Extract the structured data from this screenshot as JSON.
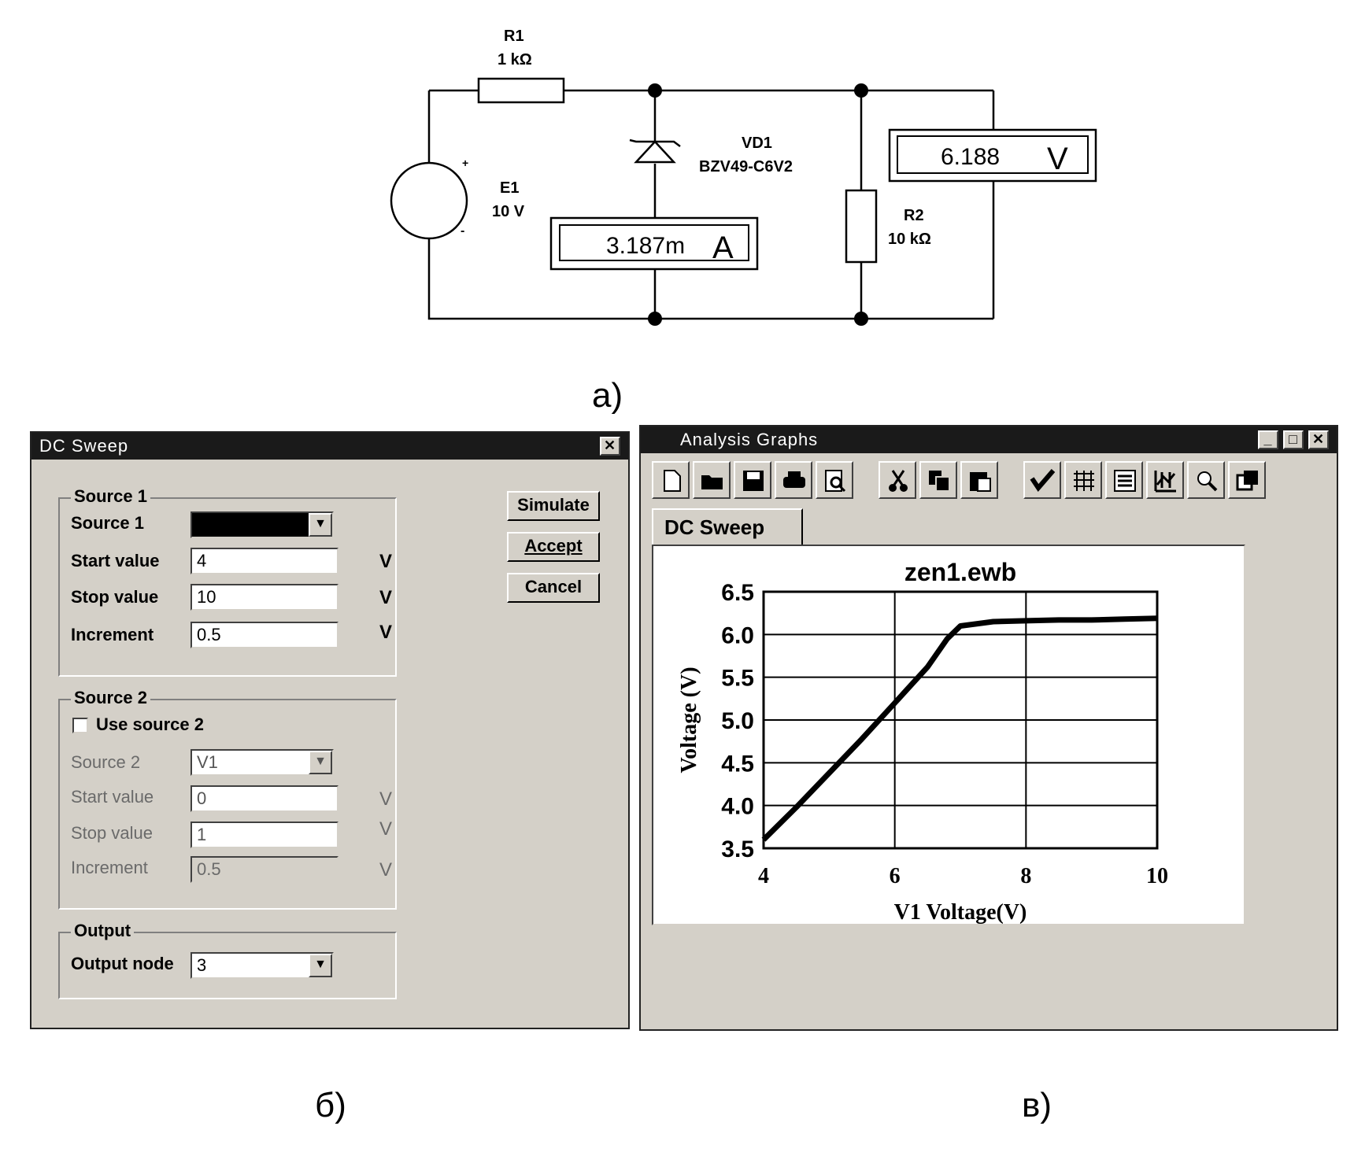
{
  "circuit": {
    "r1": {
      "name": "R1",
      "value": "1 kΩ"
    },
    "e1": {
      "name": "E1",
      "value": "10 V",
      "plus": "+",
      "minus": "-"
    },
    "vd1": {
      "name": "VD1",
      "model": "BZV49-C6V2"
    },
    "r2": {
      "name": "R2",
      "value": "10 kΩ"
    },
    "ammeter": {
      "reading": "3.187m",
      "unit": "A"
    },
    "voltmeter": {
      "reading": "6.188",
      "unit": "V"
    }
  },
  "captions": {
    "a": "а)",
    "b": "б)",
    "c": "в)"
  },
  "dc_sweep": {
    "title": "DC Sweep",
    "close": "✕",
    "source1": {
      "group": "Source 1",
      "source_label": "Source 1",
      "source_value": "",
      "start_label": "Start value",
      "start_value": "4",
      "start_unit": "V",
      "stop_label": "Stop value",
      "stop_value": "10",
      "stop_unit": "V",
      "inc_label": "Increment",
      "inc_value": "0.5",
      "inc_unit": "V"
    },
    "source2": {
      "group": "Source 2",
      "use_label": "Use source 2",
      "source_label": "Source 2",
      "source_value": "V1",
      "start_label": "Start value",
      "start_value": "0",
      "start_unit": "V",
      "stop_label": "Stop value",
      "stop_value": "1",
      "stop_unit": "V",
      "inc_label": "Increment",
      "inc_value": "0.5",
      "inc_unit": "V"
    },
    "output": {
      "group": "Output",
      "node_label": "Output node",
      "node_value": "3"
    },
    "buttons": {
      "simulate": "Simulate",
      "accept": "Accept",
      "cancel": "Cancel"
    }
  },
  "analysis": {
    "title": "Analysis Graphs",
    "tab": "DC Sweep",
    "toolbar_icons": [
      "new-icon",
      "open-icon",
      "save-icon",
      "print-icon",
      "print-preview-icon",
      "cut-icon",
      "copy-icon",
      "paste-icon",
      "toggle-icon",
      "grid-icon",
      "legend-icon",
      "cursor-icon",
      "zoom-icon",
      "restore-icon"
    ]
  },
  "chart_data": {
    "type": "line",
    "title": "zen1.ewb",
    "xlabel": "V1 Voltage(V)",
    "ylabel": "Voltage (V)",
    "xlim": [
      4,
      10
    ],
    "ylim": [
      3.5,
      6.5
    ],
    "xticks": [
      "4",
      "6",
      "8",
      "10"
    ],
    "yticks": [
      "6.5",
      "6.0",
      "5.5",
      "5.0",
      "4.5",
      "4.0",
      "3.5"
    ],
    "grid": true,
    "x": [
      4,
      4.5,
      5,
      5.5,
      6,
      6.5,
      6.8,
      7,
      7.5,
      8,
      8.5,
      9,
      9.5,
      10
    ],
    "y": [
      3.6,
      3.98,
      4.38,
      4.78,
      5.2,
      5.62,
      5.95,
      6.1,
      6.15,
      6.16,
      6.17,
      6.17,
      6.18,
      6.19
    ]
  }
}
